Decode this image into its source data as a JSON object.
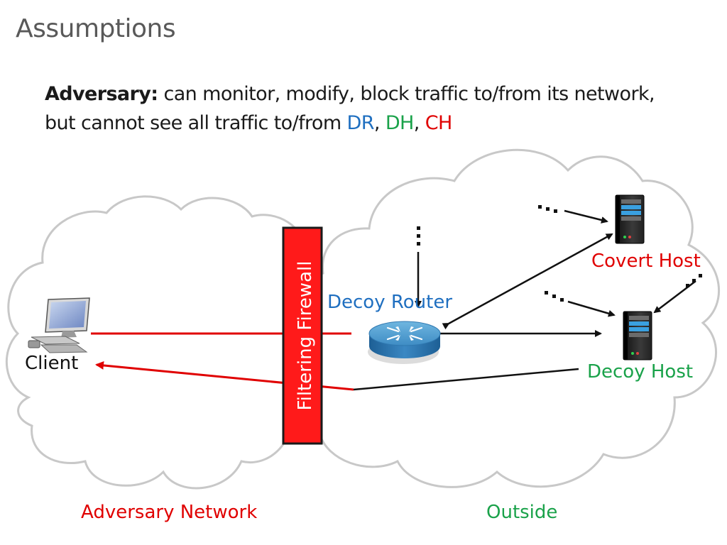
{
  "title": "Assumptions",
  "statement": {
    "term": "Adversary:",
    "line1_rest": "can monitor, modify, block traffic to/from its network,",
    "line2_prefix": "but cannot see all traffic to/from",
    "dr": "DR",
    "sep1": ",",
    "dh": "DH",
    "sep2": ",",
    "ch": "CH"
  },
  "diagram": {
    "firewall_label": "Filtering Firewall",
    "router_label": "Decoy Router",
    "covert_host_label": "Covert Host",
    "decoy_host_label": "Decoy Host",
    "client_label": "Client",
    "adversary_network_label": "Adversary Network",
    "outside_label": "Outside",
    "ellipsis": "…"
  },
  "colors": {
    "adversary": "#e00000",
    "outside": "#1aa24a",
    "router": "#1f6fc0",
    "covert": "#e00000",
    "decoy": "#1aa24a",
    "firewall_fill": "#ff1a1a"
  }
}
